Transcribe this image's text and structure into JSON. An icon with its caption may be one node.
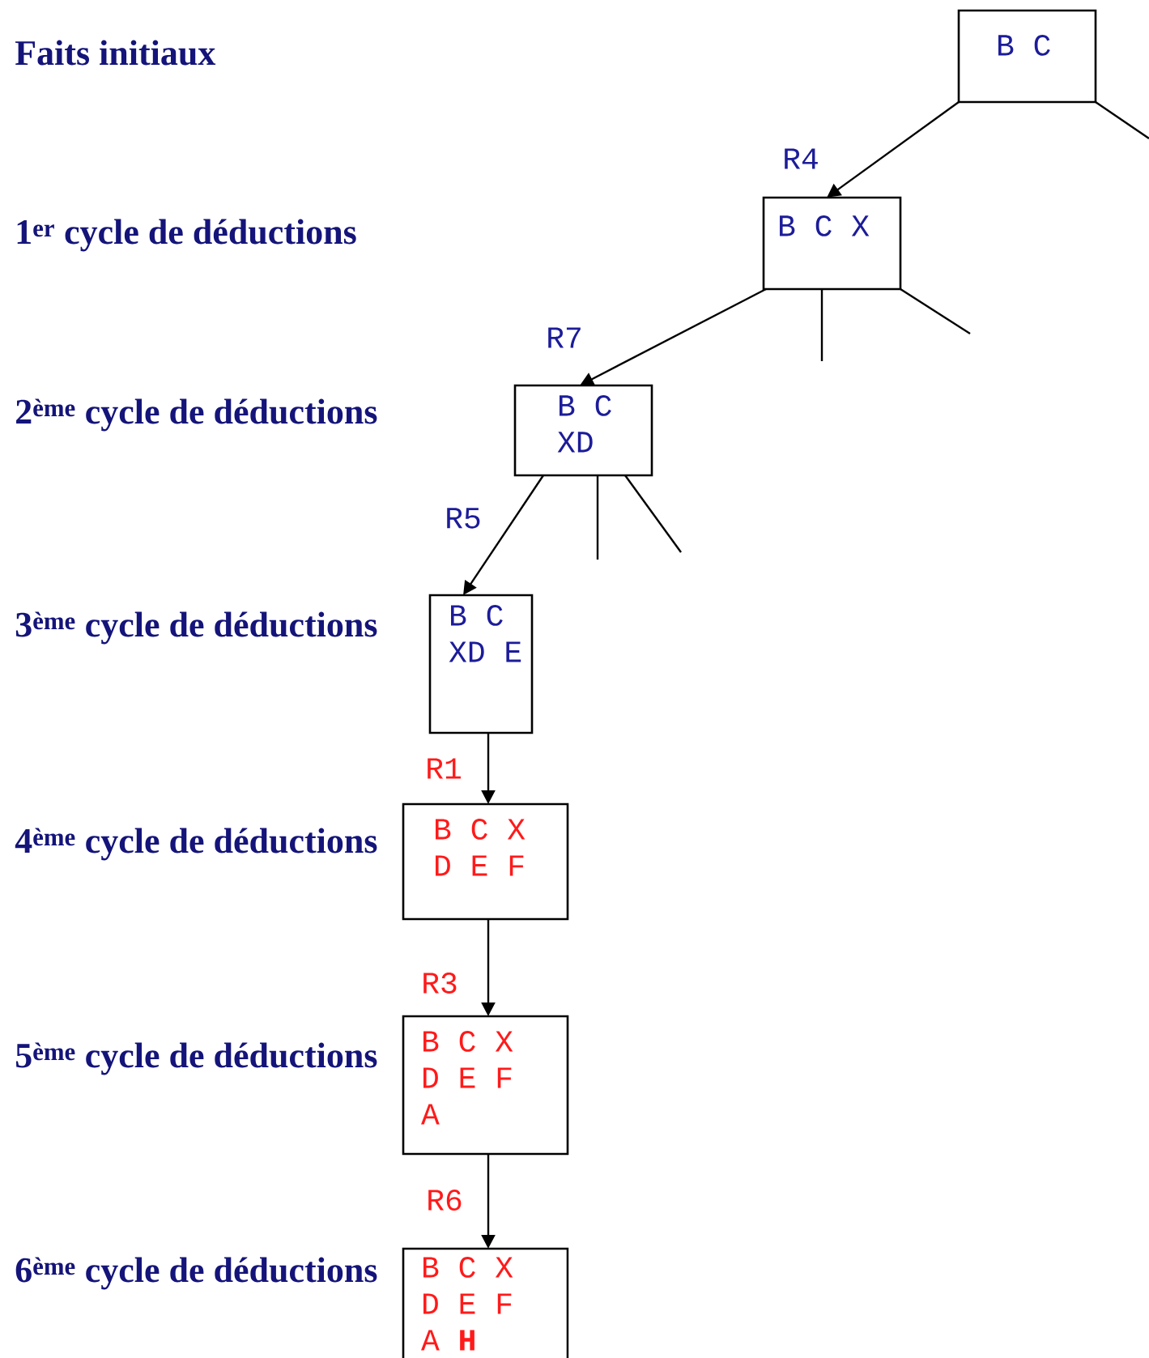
{
  "diagram": {
    "nodes": [
      {
        "text": [
          "B C"
        ]
      },
      {
        "text": [
          "B C X"
        ]
      },
      {
        "text": [
          "B C XD"
        ]
      },
      {
        "text": [
          "B C XD E"
        ]
      },
      {
        "text": [
          "B C X D E F"
        ]
      },
      {
        "text": [
          "B C X D E F A"
        ]
      },
      {
        "text": [
          "B C X D E F A **H**"
        ]
      }
    ],
    "edges": [
      {
        "from": 0,
        "to": 1,
        "arrow": "to",
        "label": "R4"
      },
      {
        "from": 0,
        "to": null,
        "arrow": "none"
      },
      {
        "from": 1,
        "to": 2,
        "arrow": "to",
        "label": "R7"
      },
      {
        "from": 1,
        "to": null,
        "arrow": "none"
      },
      {
        "from": 1,
        "to": null,
        "arrow": "none"
      },
      {
        "from": 2,
        "to": 3,
        "arrow": "to",
        "label": "R5"
      },
      {
        "from": 2,
        "to": null,
        "arrow": "none"
      },
      {
        "from": 2,
        "to": null,
        "arrow": "none"
      },
      {
        "from": 3,
        "to": 4,
        "arrow": "to",
        "label": "R1"
      },
      {
        "from": 4,
        "to": 5,
        "arrow": "to",
        "label": "R3"
      },
      {
        "from": 5,
        "to": 6,
        "arrow": "to",
        "label": "R6"
      }
    ],
    "labels": [
      "Faits initiaux",
      "1$^{er}$ cycle de déductions",
      "2$^{ème}$ cycle de déductions",
      "3$^{ème}$ cycle de déductions",
      "4$^{ème}$ cycle de déductions",
      "5$^{ème}$ cycle de déductions",
      "6$^{ème}$ cycle de déductions"
    ]
  }
}
